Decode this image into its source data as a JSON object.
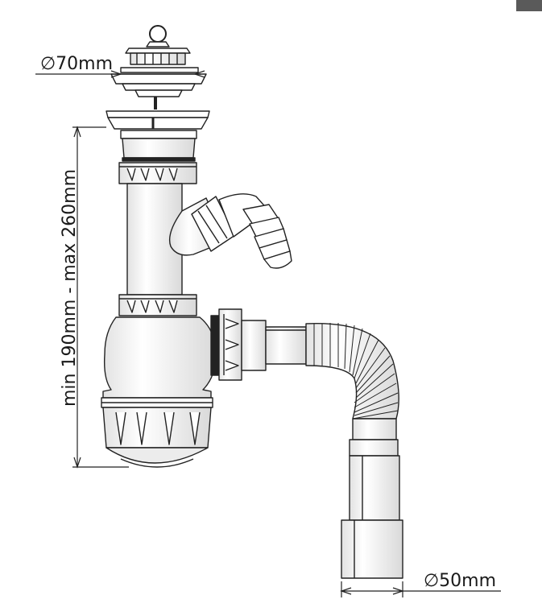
{
  "labels": {
    "top_diameter": "∅70mm",
    "bottom_diameter": "∅50mm",
    "height_range": "min 190mm - max 260mm"
  },
  "colors": {
    "line": "#222222",
    "fill": "#ffffff",
    "shade": "#e8e8e8",
    "corner_tab": "#5a5a5a"
  }
}
